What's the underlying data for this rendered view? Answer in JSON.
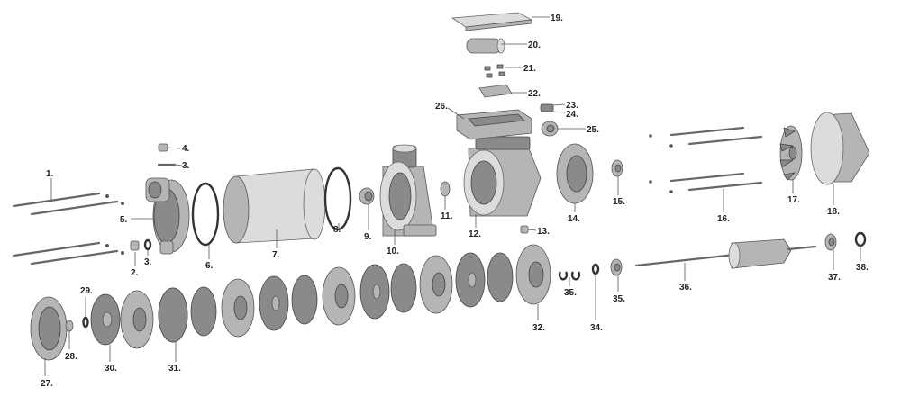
{
  "labels": {
    "p1": "1.",
    "p2": "2.",
    "p3": "3.",
    "p3b": "3.",
    "p4": "4.",
    "p5": "5.",
    "p6": "6.",
    "p7": "7.",
    "p8": "8.",
    "p9": "9.",
    "p10": "10.",
    "p11": "11.",
    "p12": "12.",
    "p13": "13.",
    "p14": "14.",
    "p15": "15.",
    "p16": "16.",
    "p17": "17.",
    "p18": "18.",
    "p19": "19.",
    "p20": "20.",
    "p21": "21.",
    "p22": "22.",
    "p23": "23.",
    "p24": "24.",
    "p25": "25.",
    "p26": "26.",
    "p27": "27.",
    "p28": "28.",
    "p29": "29.",
    "p30": "30.",
    "p31": "31.",
    "p32": "32.",
    "p34": "34.",
    "p35a": "35.",
    "p35b": "35.",
    "p36": "36.",
    "p37": "37.",
    "p38": "38."
  }
}
